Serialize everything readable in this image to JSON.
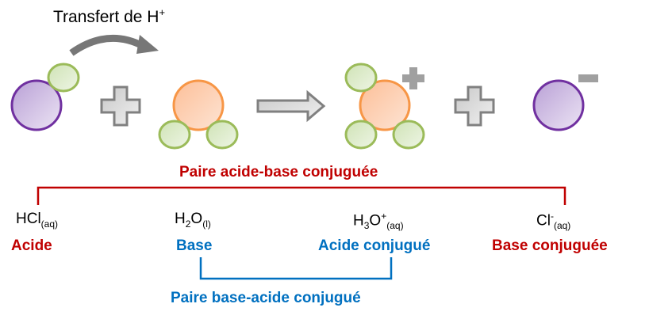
{
  "title": {
    "text": "Transfert de H",
    "sup": "+"
  },
  "pair_top": "Paire acide-base conjuguée",
  "pair_bottom": "Paire base-acide conjugué",
  "species": [
    {
      "formula": "HCl",
      "sup": "",
      "sub": "(aq)",
      "role": "Acide"
    },
    {
      "formula": "H",
      "sub1": "2",
      "formula2": "O",
      "sup": "",
      "sub": "(l)",
      "role": "Base"
    },
    {
      "formula": "H",
      "sub1": "3",
      "formula2": "O",
      "sup": "+",
      "sub": "(aq)",
      "role": "Acide conjugué"
    },
    {
      "formula": "Cl",
      "sup": "-",
      "sub": "(aq)",
      "role": "Base conjuguée"
    }
  ],
  "colors": {
    "red": "#c00000",
    "blue": "#0070c0",
    "purple": "#7030a0",
    "orange": "#f79646",
    "green": "#9bbb59",
    "gray": "#808080"
  }
}
